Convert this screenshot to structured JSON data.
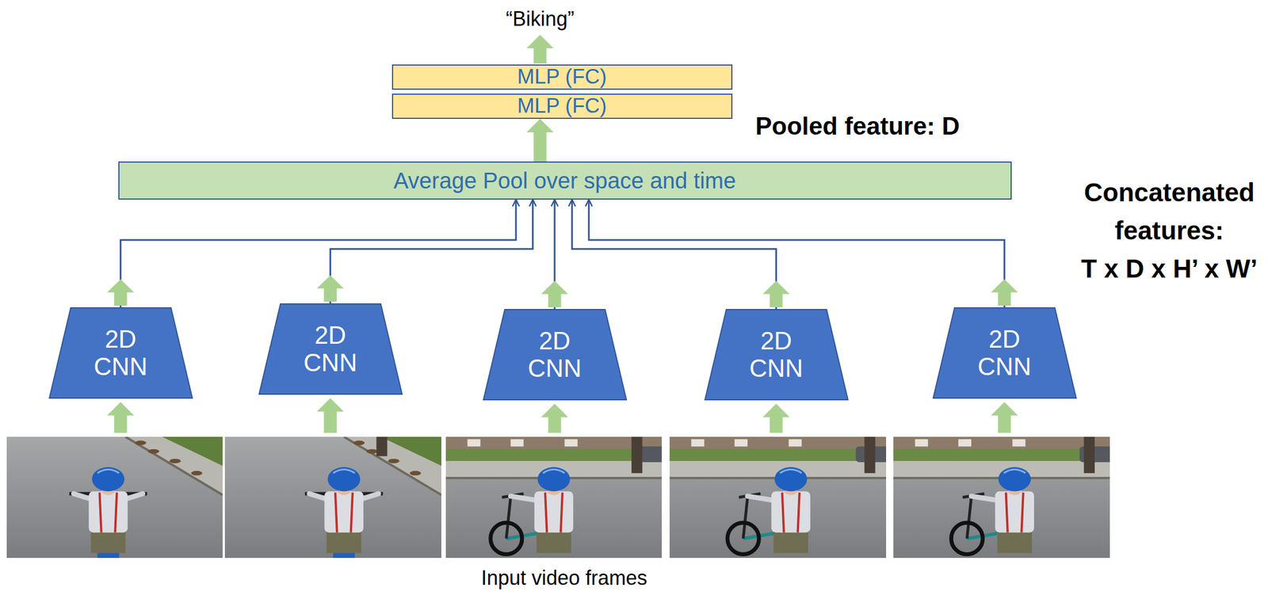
{
  "diagram": {
    "nodes": [
      {
        "text": [
          "MLP (FC)"
        ]
      },
      {
        "text": [
          "MLP (FC)"
        ]
      },
      {
        "text": [
          "Average Pool over space and time"
        ]
      },
      {
        "text": [
          "2D CNN"
        ]
      },
      {
        "text": [
          "2D CNN"
        ]
      },
      {
        "text": [
          "2D CNN"
        ]
      },
      {
        "text": [
          "2D CNN"
        ]
      },
      {
        "text": [
          "2D CNN"
        ]
      }
    ],
    "edges": [
      {
        "from": 2,
        "to": 1,
        "arrow": "to"
      },
      {
        "from": 3,
        "to": 2,
        "arrow": "to"
      },
      {
        "from": 4,
        "to": 2,
        "arrow": "to"
      },
      {
        "from": 5,
        "to": 2,
        "arrow": "to"
      },
      {
        "from": 6,
        "to": 2,
        "arrow": "to"
      },
      {
        "from": 7,
        "to": 2,
        "arrow": "to"
      }
    ],
    "labels": [
      "“Biking”",
      "Pooled feature: D",
      "Concatenated features:",
      "T x D x H’ x W’",
      "Input video frames"
    ]
  }
}
